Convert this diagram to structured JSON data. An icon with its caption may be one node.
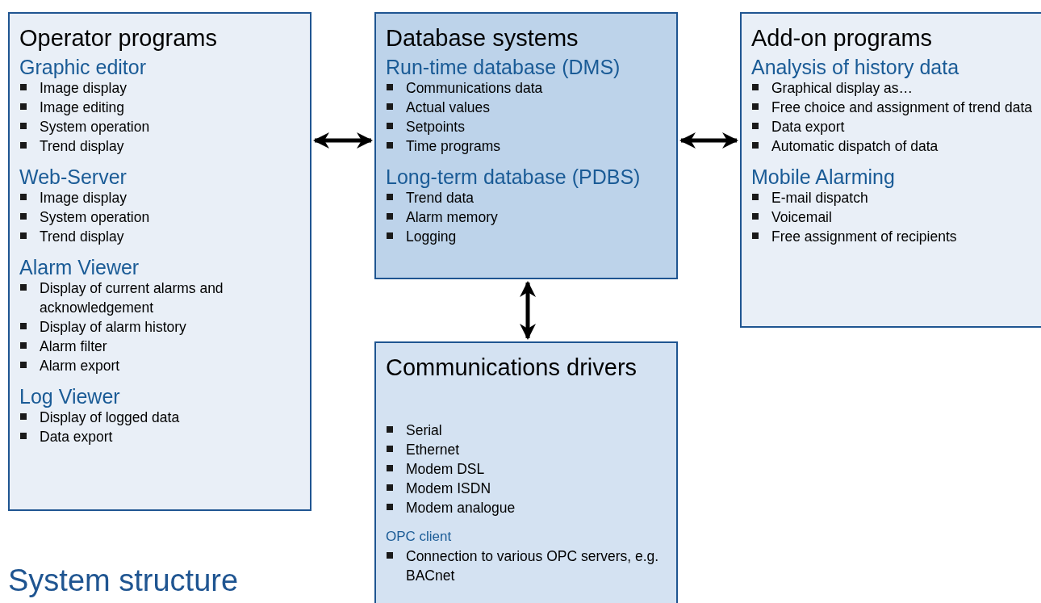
{
  "diagram": {
    "title": "System structure",
    "nodes": [
      {
        "text": [
          "Operator programs",
          "Graphic editor",
          "Image display",
          "Image editing",
          "System operation",
          "Trend display",
          "Web-Server",
          "Image display",
          "System operation",
          "Trend display",
          "Alarm Viewer",
          "Display of current alarms and acknowledgement",
          "Display of alarm history",
          "Alarm filter",
          "Alarm export",
          "Log Viewer",
          "Display of logged data",
          "Data export"
        ]
      },
      {
        "text": [
          "Database systems",
          "Run-time database (DMS)",
          "Communications data",
          "Actual values",
          "Setpoints",
          "Time programs",
          "Long-term database (PDBS)",
          "Trend data",
          "Alarm memory",
          "Logging"
        ]
      },
      {
        "text": [
          "Add-on programs",
          "Analysis of history data",
          "Graphical display as…",
          "Free choice and assignment of trend data",
          "Data export",
          "Automatic dispatch of data",
          "Mobile Alarming",
          "E-mail dispatch",
          "Voicemail",
          "Free assignment of recipients"
        ]
      },
      {
        "text": [
          "Communications drivers",
          "Serial",
          "Ethernet",
          "Modem DSL",
          "Modem ISDN",
          "Modem analogue",
          "OPC client",
          "Connection to various OPC servers, e.g. BACnet"
        ]
      }
    ],
    "edges": [
      {
        "from": 0,
        "to": 1,
        "arrow": "both"
      },
      {
        "from": 1,
        "to": 2,
        "arrow": "both"
      },
      {
        "from": 1,
        "to": 3,
        "arrow": "both"
      }
    ]
  }
}
